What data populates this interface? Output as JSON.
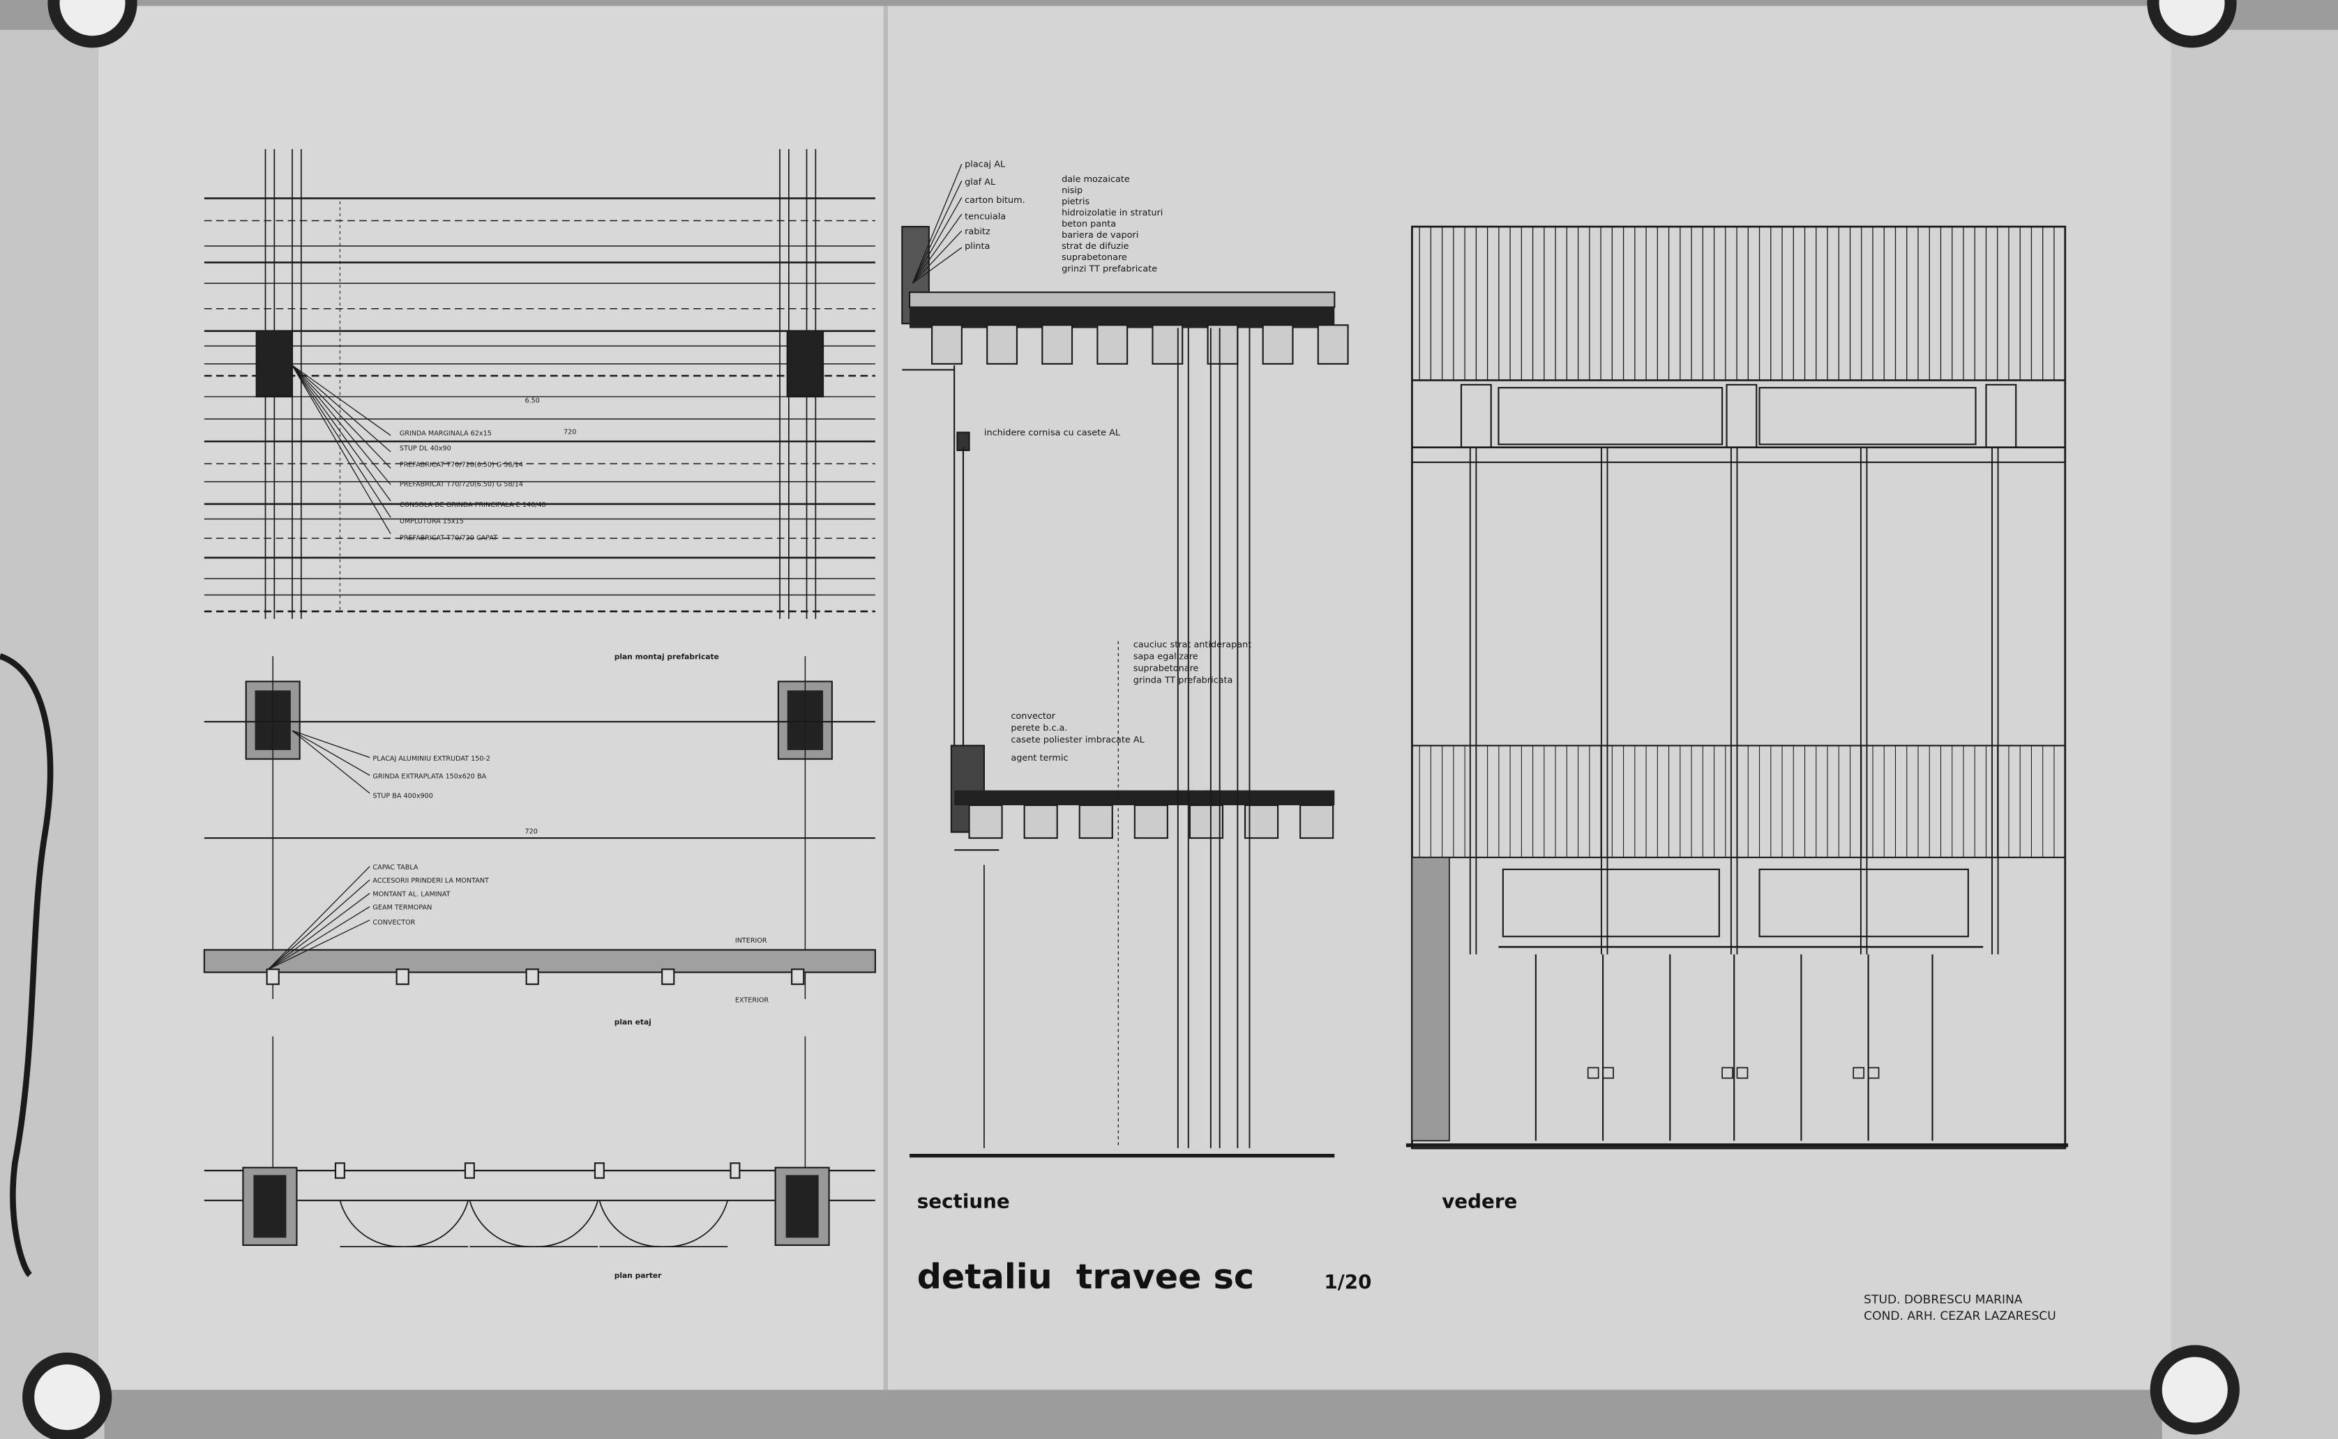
{
  "sheet": {
    "title": "detaliu  travee sc",
    "scale": "1/20",
    "section_caption": "sectiune",
    "elevation_caption": "vedere",
    "credits": [
      "STUD.  DOBRESCU MARINA",
      "COND. ARH. CEZAR LAZARESCU"
    ]
  },
  "plans": {
    "top_caption": "plan montaj prefabricate",
    "mid_caption": "plan etaj",
    "bottom_caption": "plan parter",
    "top_dimension": "6.50",
    "top_labels": [
      "GRINDA MARGINALA 62x15",
      "STUP DL 40x90",
      "PREFABRICAT T70/720(6.50) G 58/14",
      "PREFABRICAT T70/720(6.50) G 58/14",
      "CONSOLA DE GRINDA PRINCIPALA E 140/48",
      "UMPLUTURA 15x15",
      "PREFABRICAT T70/720 CAPAT"
    ],
    "top_value": "720",
    "mid_labels": [
      "PLACAJ ALUMINIU EXTRUDAT 150-2",
      "GRINDA EXTRAPLATA 150x620 BA",
      "STUP BA 400x900"
    ],
    "mid_value": "720",
    "wall_labels": [
      "CAPAC TABLA",
      "ACCESORII PRINDERI LA MONTANT",
      "MONTANT AL. LAMINAT",
      "GEAM TERMOPAN",
      "CONVECTOR"
    ],
    "interior_label": "INTERIOR",
    "exterior_label": "EXTERIOR"
  },
  "section": {
    "left_labels": [
      "placaj AL",
      "glaf  AL",
      "carton bitum.",
      "tencuiala",
      "rabitz",
      "plinta"
    ],
    "roof_layers": [
      "dale mozaicate",
      "nisip",
      "pietris",
      "hidroizolatie in straturi",
      "beton panta",
      "bariera de vapori",
      "strat  de difuzie",
      "suprabetonare",
      "grinzi TT prefabricate"
    ],
    "cornice_label": "inchidere cornisa cu casete AL",
    "floor_layers": [
      "cauciuc strat antiderapant",
      "sapa  egalizare",
      "suprabetonare",
      "grinda TT prefabricata"
    ],
    "sill_labels": [
      "convector",
      "perete b.c.a.",
      "casete poliester imbracate AL",
      "agent termic"
    ]
  }
}
